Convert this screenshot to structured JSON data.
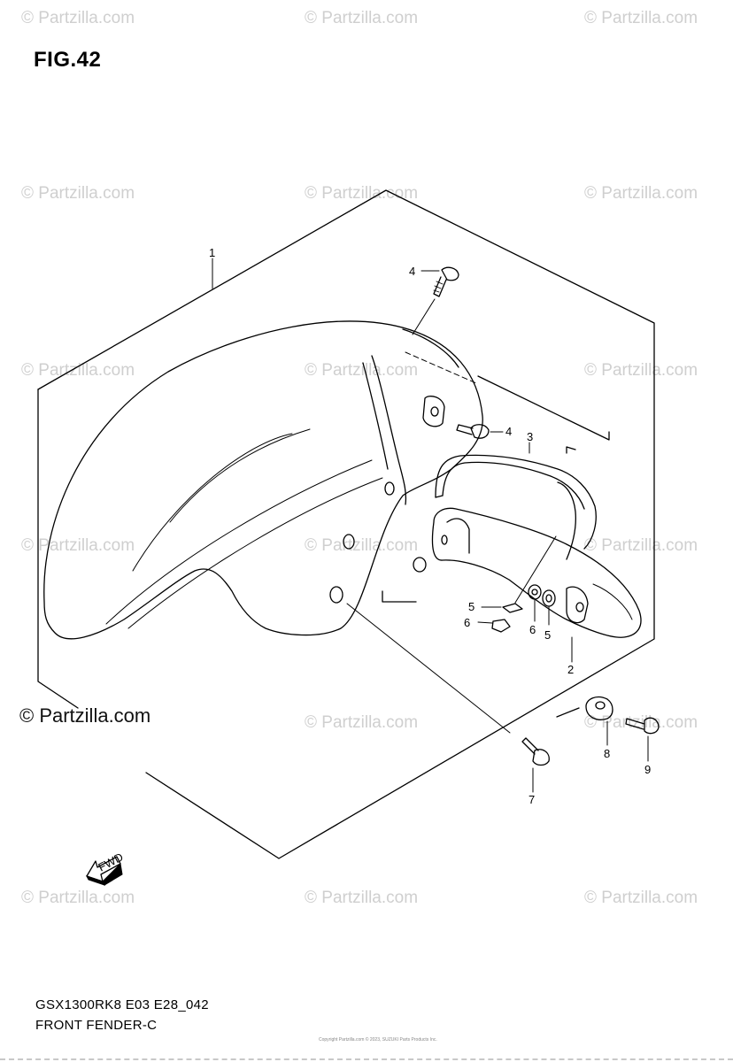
{
  "figure": {
    "title": "FIG.42"
  },
  "watermark": {
    "text": "© Partzilla.com",
    "main_text": "© Partzilla.com"
  },
  "footer": {
    "model_code": "GSX1300RK8 E03 E28_042",
    "part_name": "FRONT FENDER-C",
    "copyright": "Copyright\nPartzilla.com © 2023, SUZUKI Parts Products Inc."
  },
  "callouts": {
    "c1": "1",
    "c2": "2",
    "c3": "3",
    "c4a": "4",
    "c4b": "4",
    "c5a": "5",
    "c5b": "5",
    "c6a": "6",
    "c6b": "6",
    "c7": "7",
    "c8": "8",
    "c9": "9"
  },
  "fwd_arrow": {
    "label": "FWD"
  }
}
